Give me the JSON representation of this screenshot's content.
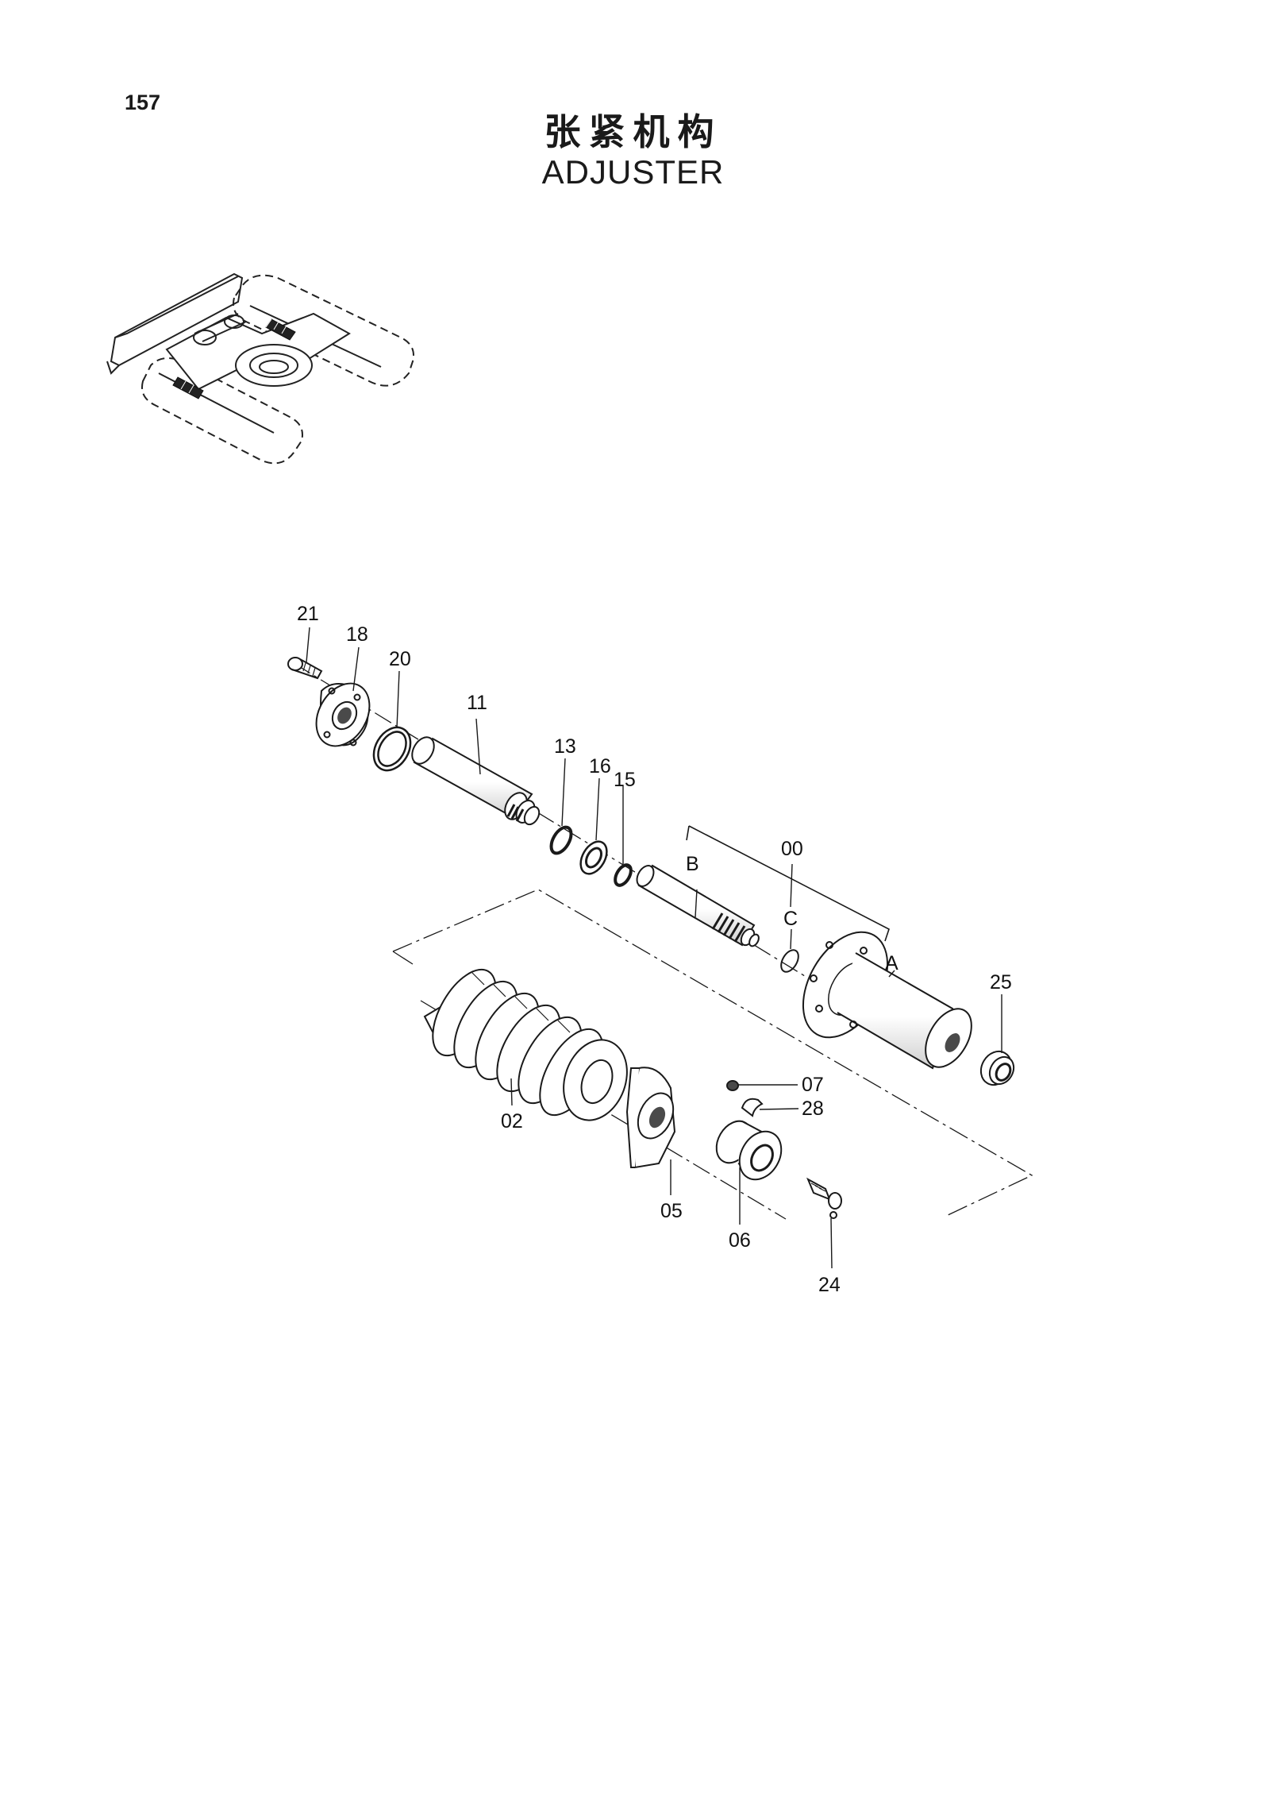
{
  "page_number": "157",
  "title_zh": "张紧机构",
  "title_en": "ADJUSTER",
  "callouts": [
    {
      "id": "c21",
      "text": "21"
    },
    {
      "id": "c18",
      "text": "18"
    },
    {
      "id": "c20",
      "text": "20"
    },
    {
      "id": "c11",
      "text": "11"
    },
    {
      "id": "c13",
      "text": "13"
    },
    {
      "id": "c16",
      "text": "16"
    },
    {
      "id": "c15",
      "text": "15"
    },
    {
      "id": "cB",
      "text": "B"
    },
    {
      "id": "c00",
      "text": "00"
    },
    {
      "id": "cC",
      "text": "C"
    },
    {
      "id": "cA",
      "text": "A"
    },
    {
      "id": "c25",
      "text": "25"
    },
    {
      "id": "c07",
      "text": "07"
    },
    {
      "id": "c28",
      "text": "28"
    },
    {
      "id": "c02",
      "text": "02"
    },
    {
      "id": "c05",
      "text": "05"
    },
    {
      "id": "c06",
      "text": "06"
    },
    {
      "id": "c24",
      "text": "24"
    }
  ],
  "colors": {
    "ink": "#1a1a1a",
    "paper": "#ffffff",
    "shade": "#4a4a4a"
  }
}
